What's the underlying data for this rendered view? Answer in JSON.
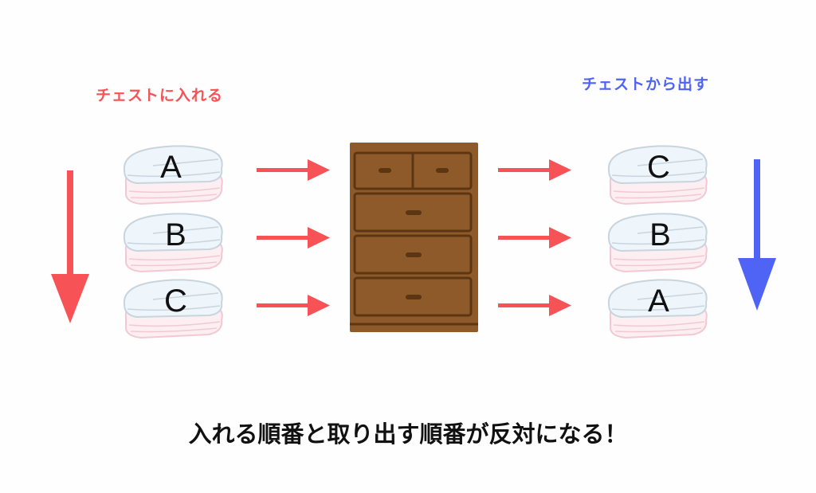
{
  "labels": {
    "put_in": "チェストに入れる",
    "take_out": "チェストから出す"
  },
  "left_stack": [
    "A",
    "B",
    "C"
  ],
  "right_stack": [
    "C",
    "B",
    "A"
  ],
  "footer": "入れる順番と取り出す順番が反対になる！",
  "colors": {
    "red": "#f75255",
    "blue": "#4f63f5",
    "wood": "#8e5a2a",
    "wood_dark": "#5c3612"
  }
}
